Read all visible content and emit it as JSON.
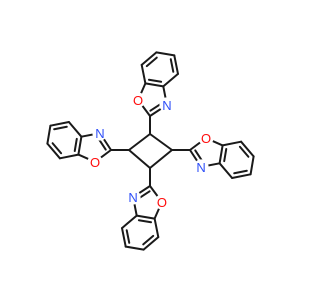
{
  "molecule": {
    "atom_labels": {
      "oxygen": "O",
      "nitrogen": "N"
    },
    "colors": {
      "bond": "#1a1a1a",
      "oxygen": "#ff0d0d",
      "nitrogen": "#3050f8"
    },
    "substituents": [
      {
        "id": "top",
        "group": "benzoxazol-2-yl"
      },
      {
        "id": "right",
        "group": "benzoxazol-2-yl"
      },
      {
        "id": "bottom",
        "group": "benzoxazol-2-yl"
      },
      {
        "id": "left",
        "group": "benzoxazol-2-yl"
      }
    ],
    "core": "cyclobutane"
  }
}
